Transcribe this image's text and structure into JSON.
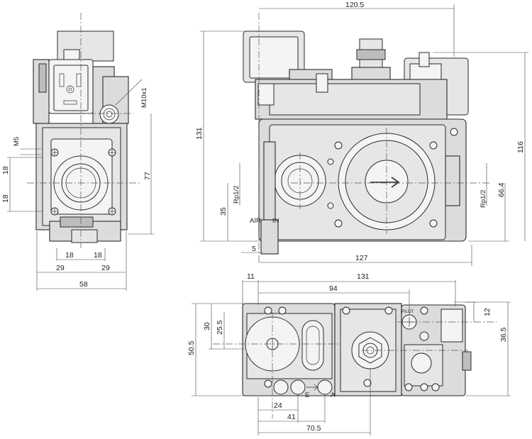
{
  "dimensions": {
    "top_width": "120.5",
    "overall_height": "131",
    "height_116": "116",
    "height_66": "66.4",
    "height_35": "35",
    "offset_5": "5",
    "length_127": "127",
    "m10": "M10x1",
    "m5": "M5",
    "side_18_upper": "18",
    "side_18_lower": "18",
    "side_77": "77",
    "bottom_18_left": "18",
    "bottom_18_right": "18",
    "bottom_29_left": "29",
    "bottom_29_right": "29",
    "width_58": "58",
    "rp_left": "Rp1/2",
    "rp_right": "Rp1/2",
    "plan_11": "11",
    "plan_131": "131",
    "plan_94": "94",
    "plan_12": "12",
    "plan_36_5": "36.5",
    "plan_30": "30",
    "plan_25_5": "25.5",
    "plan_50_5": "50.5",
    "plan_24": "24",
    "plan_41": "41",
    "plan_70_5": "70.5"
  },
  "labels": {
    "air": "AIR",
    "in": "IN",
    "port_e": "E",
    "port_a": "A",
    "pilot": "PILOT"
  }
}
